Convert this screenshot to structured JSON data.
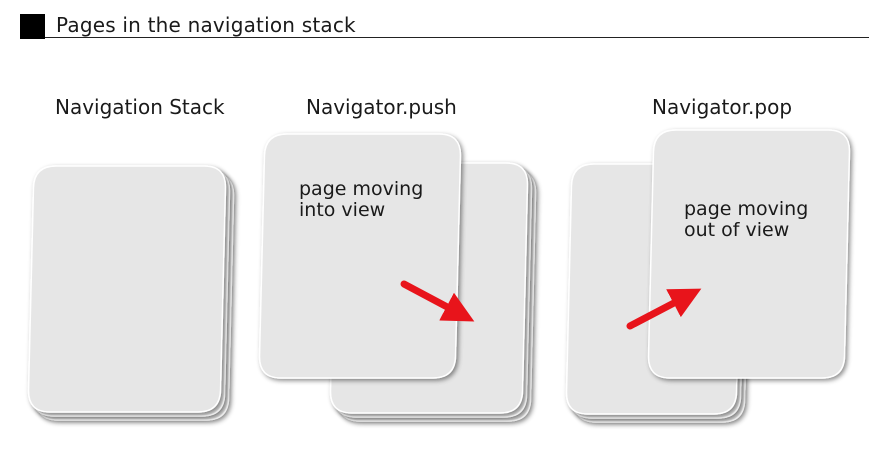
{
  "header": {
    "title": "Pages in the navigation stack"
  },
  "panels": [
    {
      "label": "Navigation Stack"
    },
    {
      "label": "Navigator.push",
      "card_text": [
        "page moving",
        "into view"
      ]
    },
    {
      "label": "Navigator.pop",
      "card_text": [
        "page moving",
        "out of view"
      ]
    }
  ],
  "colors": {
    "card_fill": "#e6e6e6",
    "card_stroke": "#ffffff",
    "arrow": "#e8141b",
    "header_bar": "#000000"
  },
  "icons": {
    "header_marker": "black-square-icon",
    "push_arrow": "arrow-right-down-icon",
    "pop_arrow": "arrow-right-up-icon"
  }
}
